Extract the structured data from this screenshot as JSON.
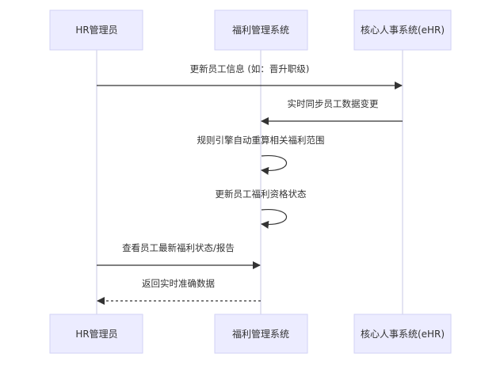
{
  "participants": [
    {
      "id": "hr",
      "label": "HR管理员"
    },
    {
      "id": "sys",
      "label": "福利管理系统"
    },
    {
      "id": "ehr",
      "label": "核心人事系统(eHR)"
    }
  ],
  "messages": [
    {
      "from": "hr",
      "to": "ehr",
      "label": "更新员工信息 (如：晋升职级)",
      "style": "solid"
    },
    {
      "from": "ehr",
      "to": "sys",
      "label": "实时同步员工数据变更",
      "style": "solid"
    },
    {
      "from": "sys",
      "to": "sys",
      "label": "规则引擎自动重算相关福利范围",
      "style": "solid"
    },
    {
      "from": "sys",
      "to": "sys",
      "label": "更新员工福利资格状态",
      "style": "solid"
    },
    {
      "from": "hr",
      "to": "sys",
      "label": "查看员工最新福利状态/报告",
      "style": "solid"
    },
    {
      "from": "sys",
      "to": "hr",
      "label": "返回实时准确数据",
      "style": "dashed"
    }
  ],
  "colors": {
    "actor_fill": "#ececff",
    "actor_stroke": "#d2d2f5",
    "lifeline": "#c8c8e6",
    "line": "#333333",
    "text": "#333333"
  }
}
